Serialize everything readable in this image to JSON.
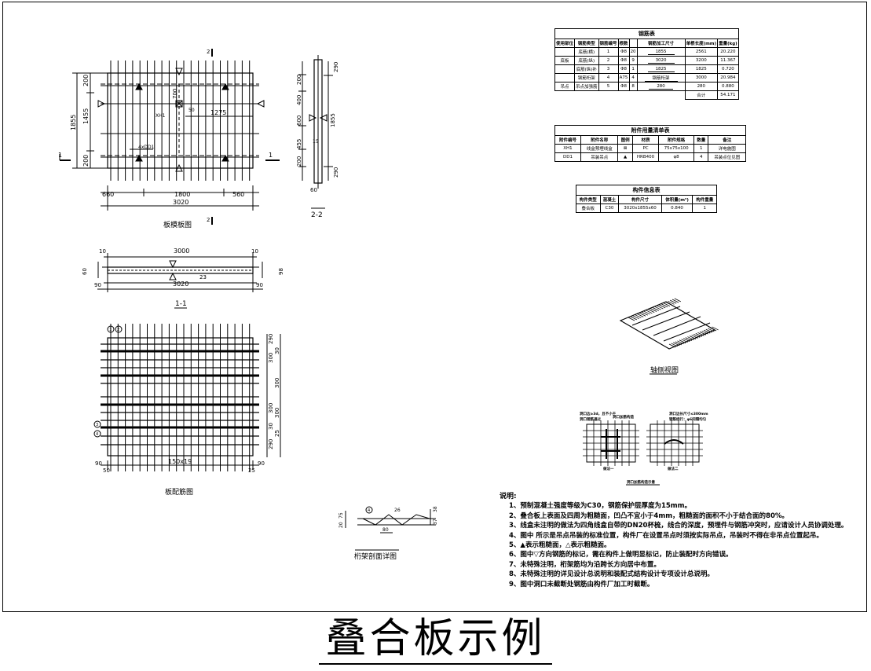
{
  "page_title": "叠合板示例",
  "views": {
    "plan_label": "板模板图",
    "section11_label": "1-1",
    "section22_label": "2-2",
    "rebar_label": "板配筋图",
    "truss_label": "桁架剖面详图",
    "iso_label": "轴侧视图",
    "opening_label": "洞口加筋构造示意",
    "opening_note_left": "洞口边≥3d，且不小于",
    "opening_note_left2": "洞口钢筋通过",
    "opening_note_mid": "洞口加筋构造",
    "opening_note_right": "洞口边长尺寸≤300mm",
    "opening_note_right2": "钢筋绕行：φ6间隔均匀",
    "opening_sub1": "做法一",
    "opening_sub2": "做法二"
  },
  "plan_dims": {
    "h_bottom_1": "660",
    "h_bottom_2": "1800",
    "h_bottom_3": "560",
    "h_total": "3020",
    "v_left_1": "200",
    "v_left_2": "1455",
    "v_left_3": "200",
    "v_total": "1855",
    "anchor": "1275",
    "v_700": "700",
    "v_50": "50",
    "xh_tag": "XH1",
    "dd_tag": "4xDD1",
    "sec1": "1",
    "sec2": "2"
  },
  "section22_dims": {
    "d1": "290",
    "d2": "200",
    "d3": "400",
    "d4": "600",
    "d5": "455",
    "d6": "200",
    "d7": "290",
    "total": "1855",
    "d8": "60",
    "d9": "15"
  },
  "section11_dims": {
    "top": "3000",
    "bottom": "3020",
    "left_top": "10",
    "right_top": "10",
    "left_bottom": "90",
    "right_bottom": "90",
    "h60": "60",
    "h98": "98",
    "d23": "23"
  },
  "rebar_dims": {
    "right_dims": [
      "290",
      "30",
      "300",
      "300",
      "300",
      "300",
      "30",
      "25",
      "290"
    ],
    "bottom_main": "150x19",
    "b_left_90": "90",
    "b_left_50": "50",
    "b_right_25": "25",
    "b_right_90": "90",
    "tags": [
      "1",
      "2",
      "3",
      "4"
    ]
  },
  "truss_dims": {
    "d1": "20",
    "d2": "75",
    "d3": "80",
    "d4": "38",
    "d5": "37",
    "d6": "26",
    "tag": "4"
  },
  "rebar_table": {
    "title": "钢筋表",
    "headers": [
      "使用部位",
      "钢筋类型",
      "钢筋编号",
      "根数",
      "钢筋加工尺寸",
      "单根长度(mm)",
      "重量(kg)"
    ],
    "rows": [
      [
        "",
        "底筋(横)",
        "1",
        "Φ8",
        "20",
        "2561",
        "20.220"
      ],
      [
        "底板",
        "底筋(纵)",
        "2",
        "Φ8",
        "9",
        "3200",
        "11.367"
      ],
      [
        "",
        "底筋(纵)补",
        "3",
        "Φ8",
        "1",
        "1825",
        "0.720"
      ],
      [
        "",
        "钢筋桁架",
        "4",
        "A75",
        "4",
        "3000",
        "20.984"
      ],
      [
        "吊点",
        "吊点加强筋",
        "5",
        "Φ8",
        "8",
        "280",
        "0.880"
      ]
    ],
    "shapes": [
      "1855",
      "3020",
      "1825",
      "钢筋桁架",
      "280"
    ],
    "total_label": "合计",
    "total_value": "54.171"
  },
  "embed_table": {
    "title": "附件用量清单表",
    "headers": [
      "附件编号",
      "附件名称",
      "图例",
      "材质",
      "附件规格",
      "数量",
      "备注"
    ],
    "rows": [
      [
        "XH1",
        "线盒预埋线盒",
        "⊠",
        "PC",
        "75x75x100",
        "1",
        "详电施图"
      ],
      [
        "DD1",
        "吊装吊点",
        "▲",
        "HRB400",
        "φ8",
        "4",
        "吊装点位见图"
      ]
    ]
  },
  "member_table": {
    "title": "构件信息表",
    "headers": [
      "构件类型",
      "混凝土",
      "构件尺寸",
      "体积量(m³)",
      "构件重量"
    ],
    "rows": [
      [
        "叠合板",
        "C30",
        "3020x1855x60",
        "0.840",
        "1"
      ]
    ]
  },
  "notes": {
    "heading": "说明:",
    "items": [
      "1、预制混凝土强度等级为C30，钢筋保护层厚度为15mm。",
      "2、叠合板上表面及四周为粗糙面，凹凸不宜小于4mm，粗糙面的面积不小于结合面的80%。",
      "3、线盒未注明的做法为四角线盒自带的DN20杯梳，线合的深度，预埋件与钢筋冲突时，应请设计人员协调处理。",
      "4、图中  所示是吊点吊装的标准位置，构件厂在设置吊点时须按实际吊点，吊装时不得在非吊点位置起吊。",
      "5、▲表示粗糙面，△表示粗糙面。",
      "6、图中▽方向钢筋的标记，需在构件上做明显标记，防止装配时方向错误。",
      "7、未特殊注明，桁架筋均为沿跨长方向居中布置。",
      "8、未特殊注明的详见设计总说明和装配式结构设计专项设计总说明。",
      "9、图中洞口未截断处钢筋由构件厂加工时截断。"
    ]
  }
}
